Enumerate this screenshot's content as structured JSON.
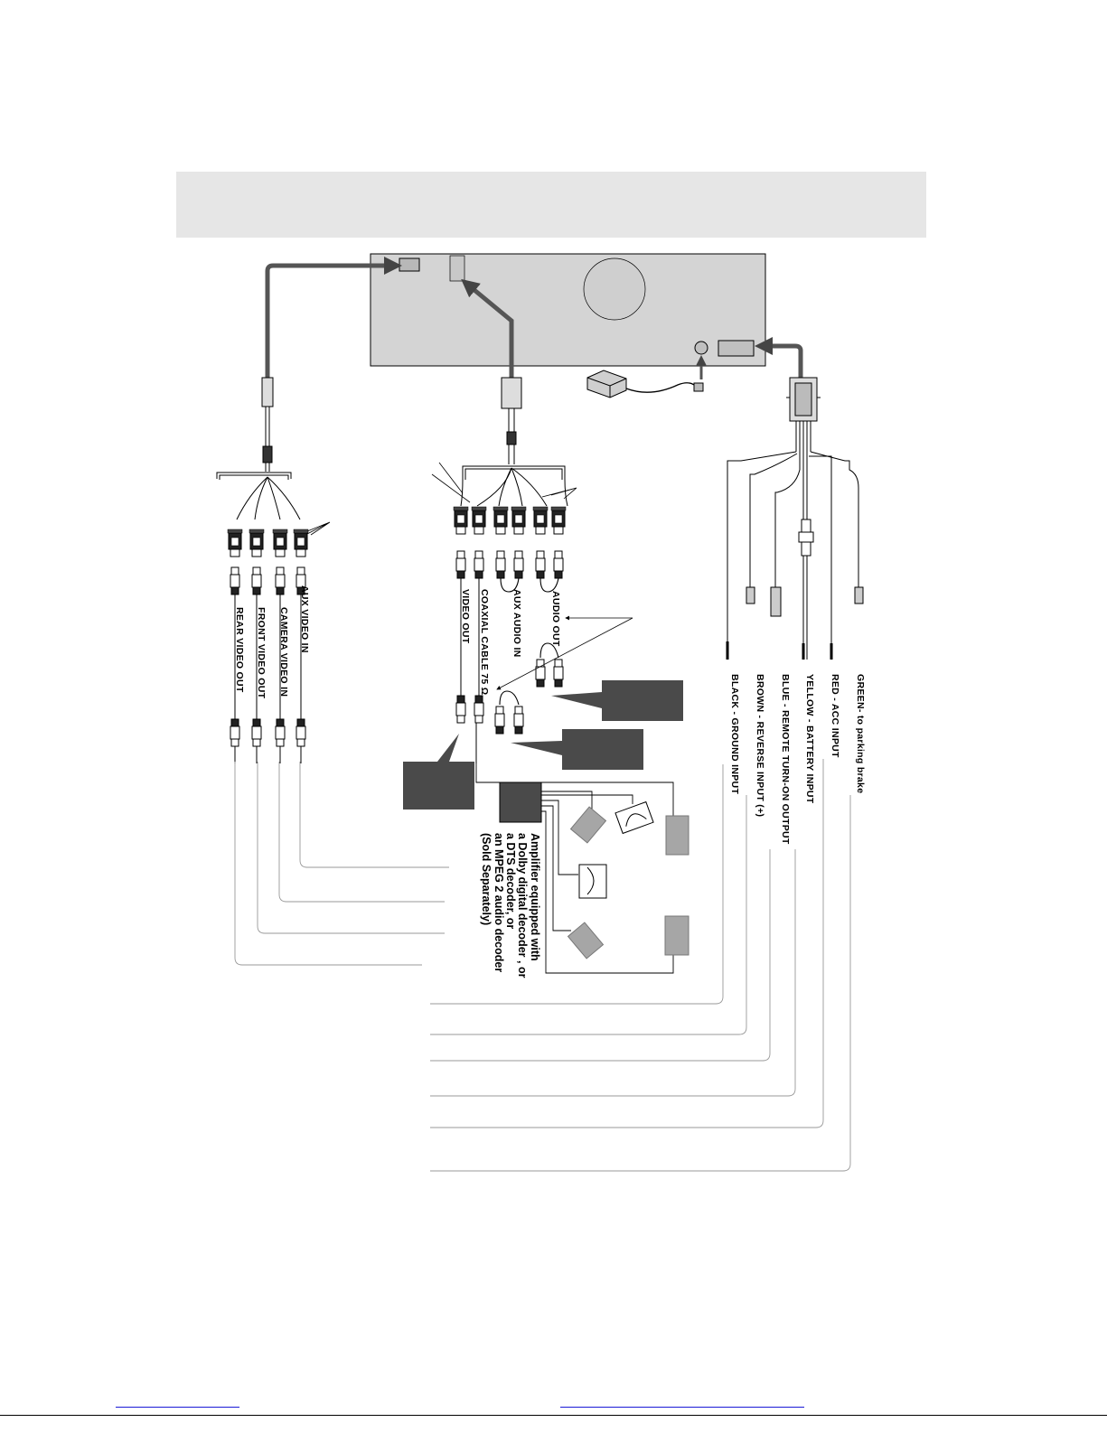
{
  "diagram": {
    "left_harness_labels": [
      "REAR  VIDEO OUT",
      "FRONT  VIDEO OUT",
      "CAMERA VIDEO IN",
      "AUX VIDEO IN"
    ],
    "middle_harness_labels": [
      "VIDEO OUT",
      "COAXIAL CABLE 75 Ω",
      "AUX AUDIO IN",
      "AUDIO OUT"
    ],
    "power_wire_labels": [
      "BLACK - GROUND INPUT",
      "BROWN - REVERSE INPUT (+)",
      "BLUE - REMOTE TURN-ON OUTPUT",
      "YELLOW - BATTERY INPUT",
      "RED - ACC INPUT",
      "GREEN- to parking brake"
    ],
    "amplifier_label": [
      "Amplifier equipped with",
      "a Dolby digital decoder , or",
      "a DTS decoder, or",
      "an MPEG 2 audio decoder",
      "(Sold Separately)"
    ]
  },
  "colors": {
    "head_unit": "#d4d4d4",
    "header_band": "#e6e6e6",
    "callout": "#4a4a4a",
    "speaker": "#a6a6a6",
    "cable": "#555555",
    "link": "#1a1ad6"
  },
  "icons": [
    "head-unit-icon",
    "remote-control-icon",
    "rca-connector-icon",
    "amplifier-icon",
    "speaker-icon",
    "fuse-icon"
  ]
}
